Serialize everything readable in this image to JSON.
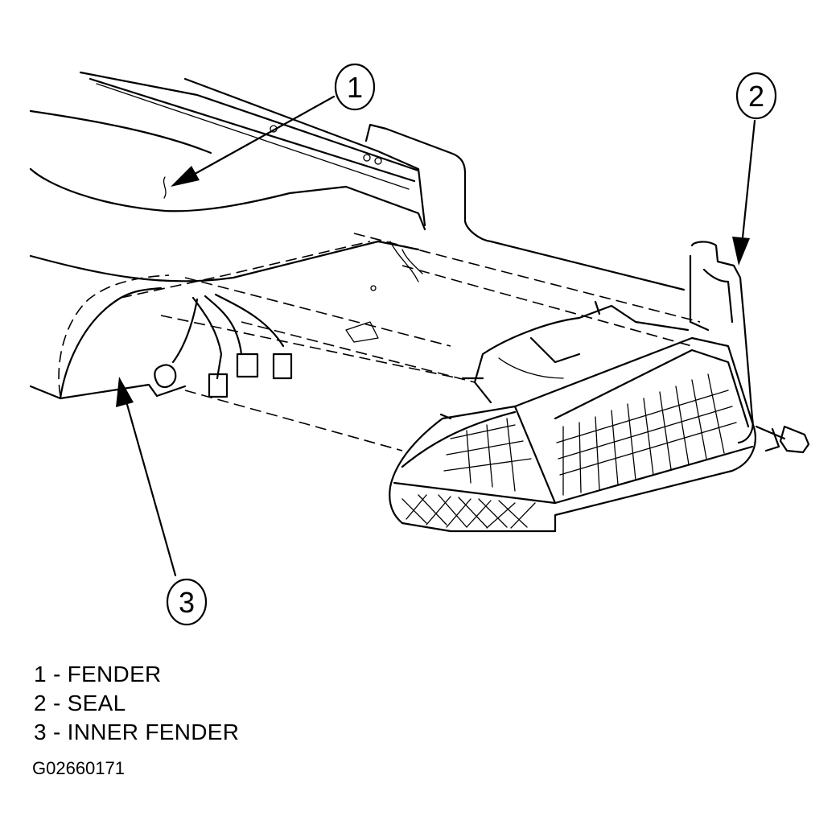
{
  "callouts": [
    {
      "number": "1"
    },
    {
      "number": "2"
    },
    {
      "number": "3"
    }
  ],
  "legend": [
    {
      "text": "1 - FENDER"
    },
    {
      "text": "2 - SEAL"
    },
    {
      "text": "3 - INNER FENDER"
    }
  ],
  "figure_id": "G02660171"
}
